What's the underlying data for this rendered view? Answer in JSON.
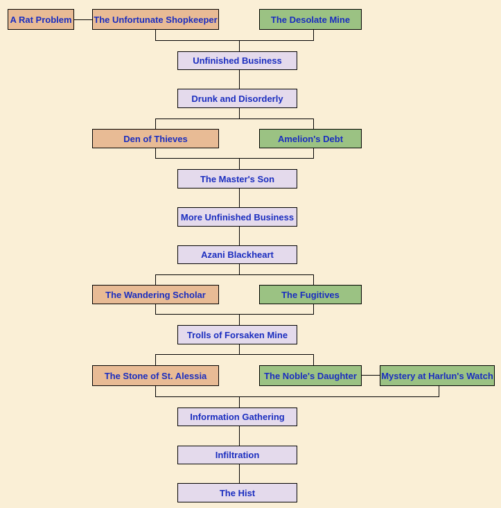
{
  "colors": {
    "background": "#FAEFD6",
    "side_quest_orange": "#E8BB95",
    "side_quest_green": "#9BC283",
    "main_quest": "#E4DAEC",
    "text": "#1A2DBF"
  },
  "nodes": {
    "rat_problem": "A Rat Problem",
    "shopkeeper": "The Unfortunate Shopkeeper",
    "desolate_mine": "The Desolate Mine",
    "unfinished_business": "Unfinished Business",
    "drunk": "Drunk and Disorderly",
    "den_of_thieves": "Den of Thieves",
    "amelions_debt": "Amelion's Debt",
    "masters_son": "The Master's Son",
    "more_unfinished": "More Unfinished Business",
    "azani": "Azani Blackheart",
    "wandering_scholar": "The Wandering Scholar",
    "fugitives": "The Fugitives",
    "trolls": "Trolls of Forsaken Mine",
    "stone": "The Stone of St. Alessia",
    "nobles_daughter": "The Noble's Daughter",
    "mystery": "Mystery at Harlun's Watch",
    "info_gathering": "Information Gathering",
    "infiltration": "Infiltration",
    "hist": "The Hist"
  }
}
